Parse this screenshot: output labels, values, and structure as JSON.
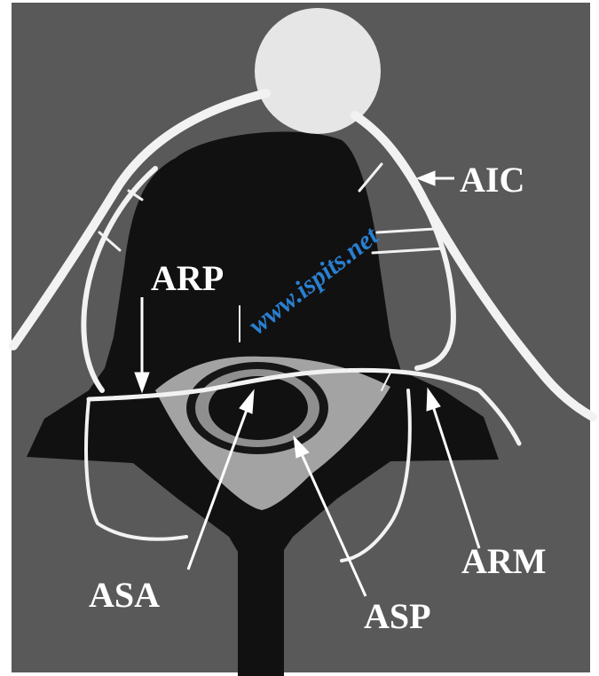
{
  "diagram": {
    "labels": {
      "aic": "AIC",
      "arp": "ARP",
      "asa": "ASA",
      "asp": "ASP",
      "arm": "ARM"
    },
    "watermark": "www.ispits.net",
    "colors": {
      "background": "#595959",
      "body": "#111111",
      "vessel": "#f2f2f2",
      "ring": "#a3a3a3",
      "text": "#ffffff",
      "watermark": "#2a7fd0"
    }
  }
}
